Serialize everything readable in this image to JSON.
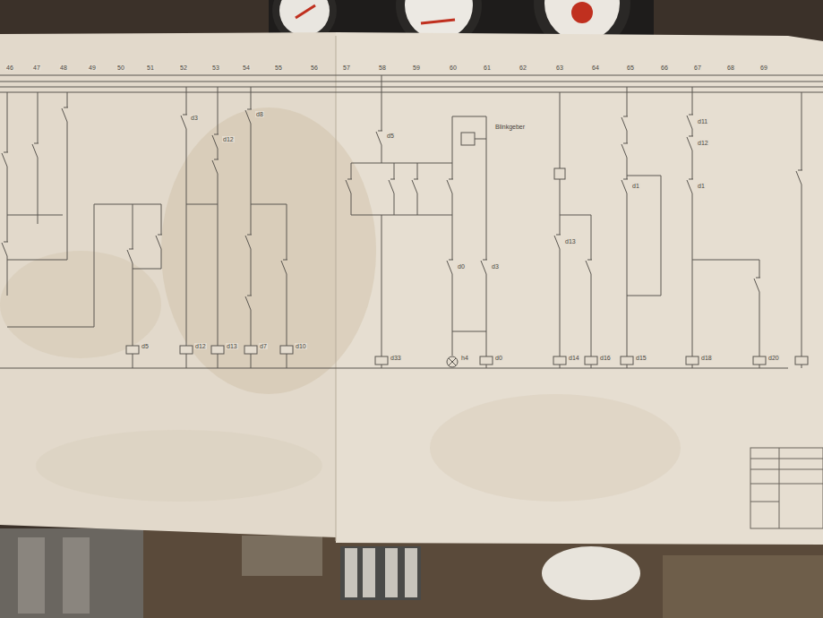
{
  "diagram": {
    "labels": [
      "46",
      "47",
      "48",
      "49",
      "50",
      "51",
      "52",
      "53",
      "54",
      "55",
      "56",
      "57",
      "58",
      "59",
      "60",
      "61",
      "62",
      "63",
      "64",
      "65",
      "66",
      "67",
      "68",
      "69",
      "d5",
      "d12",
      "d13",
      "d7",
      "d10",
      "d33",
      "h4",
      "d0",
      "d14",
      "d16",
      "d15",
      "d18",
      "d20",
      "d3",
      "d12",
      "d8",
      "d5",
      "Blinkgeber",
      "d0",
      "d3",
      "d13",
      "d1",
      "d11",
      "d12",
      "d1"
    ]
  }
}
